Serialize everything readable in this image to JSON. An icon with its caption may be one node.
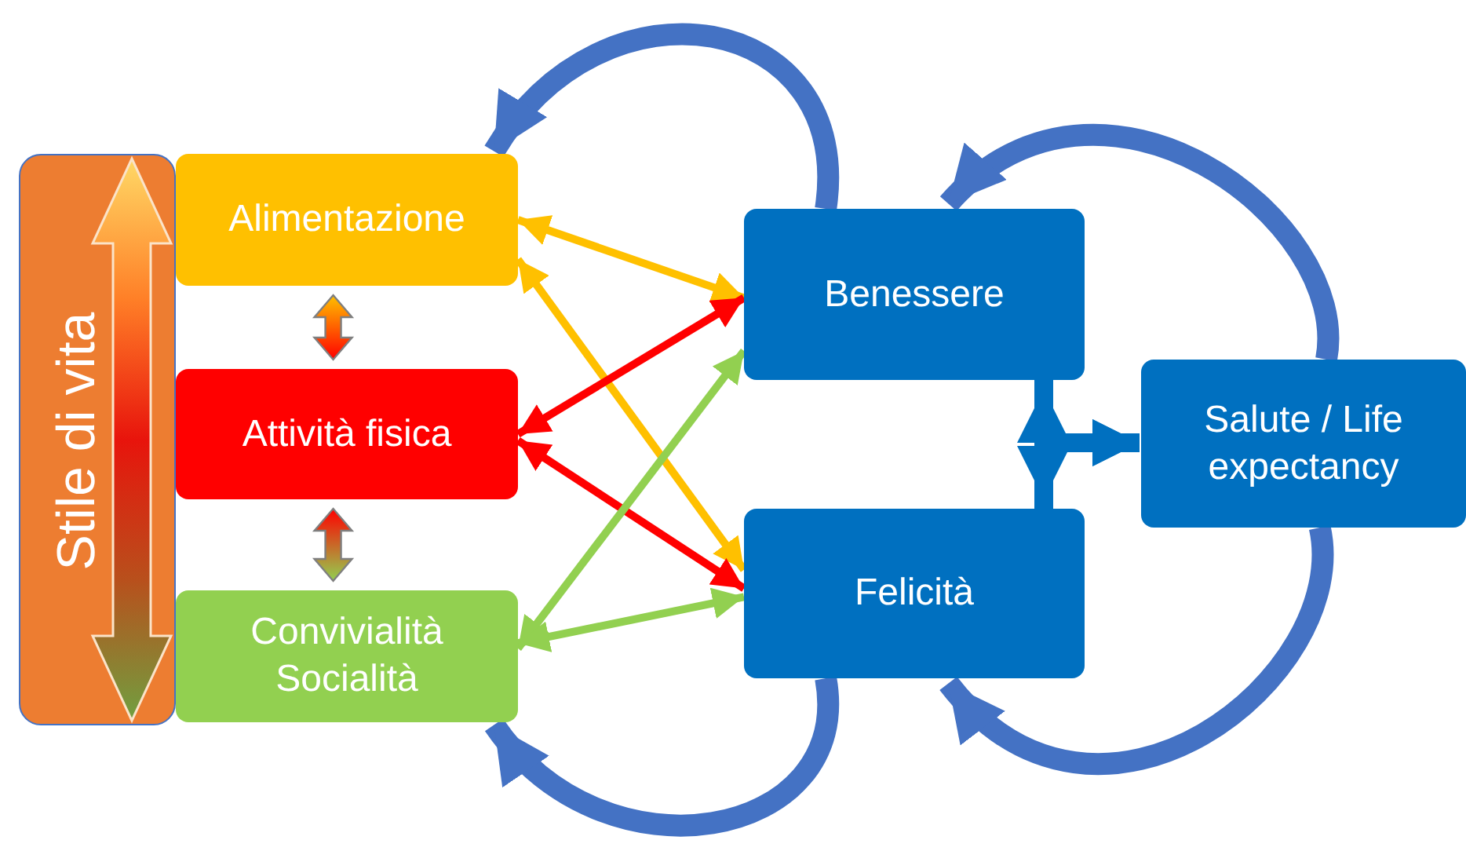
{
  "diagram": {
    "nodes": [
      {
        "text": [
          "Stile di vita"
        ]
      },
      {
        "text": [
          "Alimentazione"
        ]
      },
      {
        "text": [
          "Attività fisica"
        ]
      },
      {
        "text": [
          "Convivialità Socialità"
        ]
      },
      {
        "text": [
          "Benessere"
        ]
      },
      {
        "text": [
          "Felicità"
        ]
      },
      {
        "text": [
          "Salute / Life expectancy"
        ]
      }
    ],
    "edges": [
      {
        "from": 1,
        "to": 4,
        "arrow": "both",
        "color": "#ffc000"
      },
      {
        "from": 1,
        "to": 5,
        "arrow": "both",
        "color": "#ffc000"
      },
      {
        "from": 2,
        "to": 4,
        "arrow": "both",
        "color": "#ff0000"
      },
      {
        "from": 2,
        "to": 5,
        "arrow": "both",
        "color": "#ff0000"
      },
      {
        "from": 3,
        "to": 4,
        "arrow": "both",
        "color": "#92d050"
      },
      {
        "from": 3,
        "to": 5,
        "arrow": "both",
        "color": "#92d050"
      },
      {
        "from": 1,
        "to": 2,
        "arrow": "both",
        "style": "thick"
      },
      {
        "from": 2,
        "to": 3,
        "arrow": "both",
        "style": "thick"
      },
      {
        "from": 4,
        "to": 1,
        "arrow": "to",
        "color": "#4472c4"
      },
      {
        "from": 5,
        "to": 3,
        "arrow": "to",
        "color": "#4472c4"
      },
      {
        "from": 6,
        "to": 4,
        "arrow": "to",
        "color": "#4472c4"
      },
      {
        "from": 6,
        "to": 5,
        "arrow": "to",
        "color": "#4472c4"
      },
      {
        "from": 4,
        "to": 5,
        "arrow": "both",
        "color": "#0070c0"
      },
      {
        "from": 4,
        "to": 6,
        "arrow": "to",
        "color": "#0070c0"
      },
      {
        "from": 5,
        "to": 6,
        "arrow": "to",
        "color": "#0070c0"
      }
    ]
  }
}
